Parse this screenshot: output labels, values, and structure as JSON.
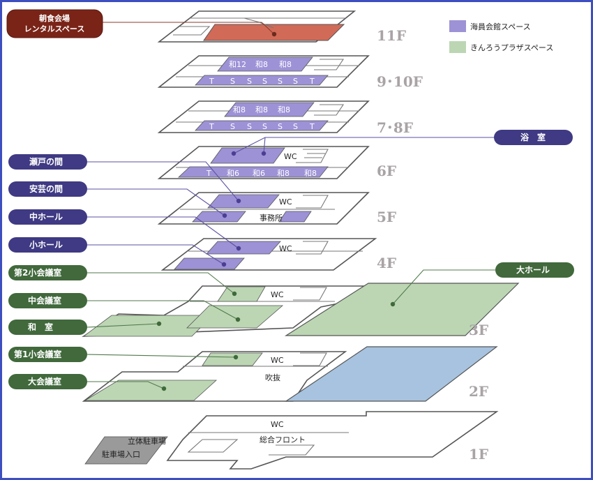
{
  "legend": {
    "kaiin": {
      "label": "海員会館スペース",
      "color": "#9d92d6"
    },
    "kinrou": {
      "label": "きんろうプラザスペース",
      "color": "#bcd6b4"
    }
  },
  "floors": {
    "f11": "11F",
    "f9_10": "9･10F",
    "f7_8": "7･8F",
    "f6": "6F",
    "f5": "5F",
    "f4": "4F",
    "f3": "3F",
    "f2": "2F",
    "f1": "1F"
  },
  "tags": {
    "breakfast": [
      "朝食会場",
      "レンタルスペース"
    ],
    "bath": "浴　室",
    "seto": "瀬戸の間",
    "aki": "安芸の間",
    "mid_hall": "中ホール",
    "small_hall": "小ホール",
    "conf2": "第2小会議室",
    "mid_conf": "中会議室",
    "washitsu": "和　室",
    "big_hall": "大ホール",
    "conf1": "第1小会議室",
    "big_conf": "大会議室"
  },
  "rooms": {
    "f9_10_top": [
      "和12",
      "和8",
      "和8"
    ],
    "f9_10_bottom": [
      "T",
      "S",
      "S",
      "S",
      "S",
      "S",
      "T"
    ],
    "f7_8_top": [
      "和8",
      "和8",
      "和8"
    ],
    "f7_8_bottom": [
      "T",
      "S",
      "S",
      "S",
      "S",
      "S",
      "T"
    ],
    "f6_bottom": [
      "T",
      "和6",
      "和6",
      "和8",
      "和8"
    ],
    "wc": "WC",
    "office": "事務所",
    "atrium": "吹抜",
    "front": "総合フロント",
    "parking_tower": "立体駐車場",
    "parking_entrance": "駐車場入口"
  },
  "colors": {
    "kaiin": "#9d92d6",
    "kinrou": "#bcd6b4",
    "breakfast": "#d26a58",
    "blue": "#a7c3e0",
    "parking": "#9a9a9a",
    "tag_purple": "#3f3a83",
    "tag_green": "#41693c",
    "tag_red": "#7a2418",
    "frame": "#3d4fbf"
  }
}
